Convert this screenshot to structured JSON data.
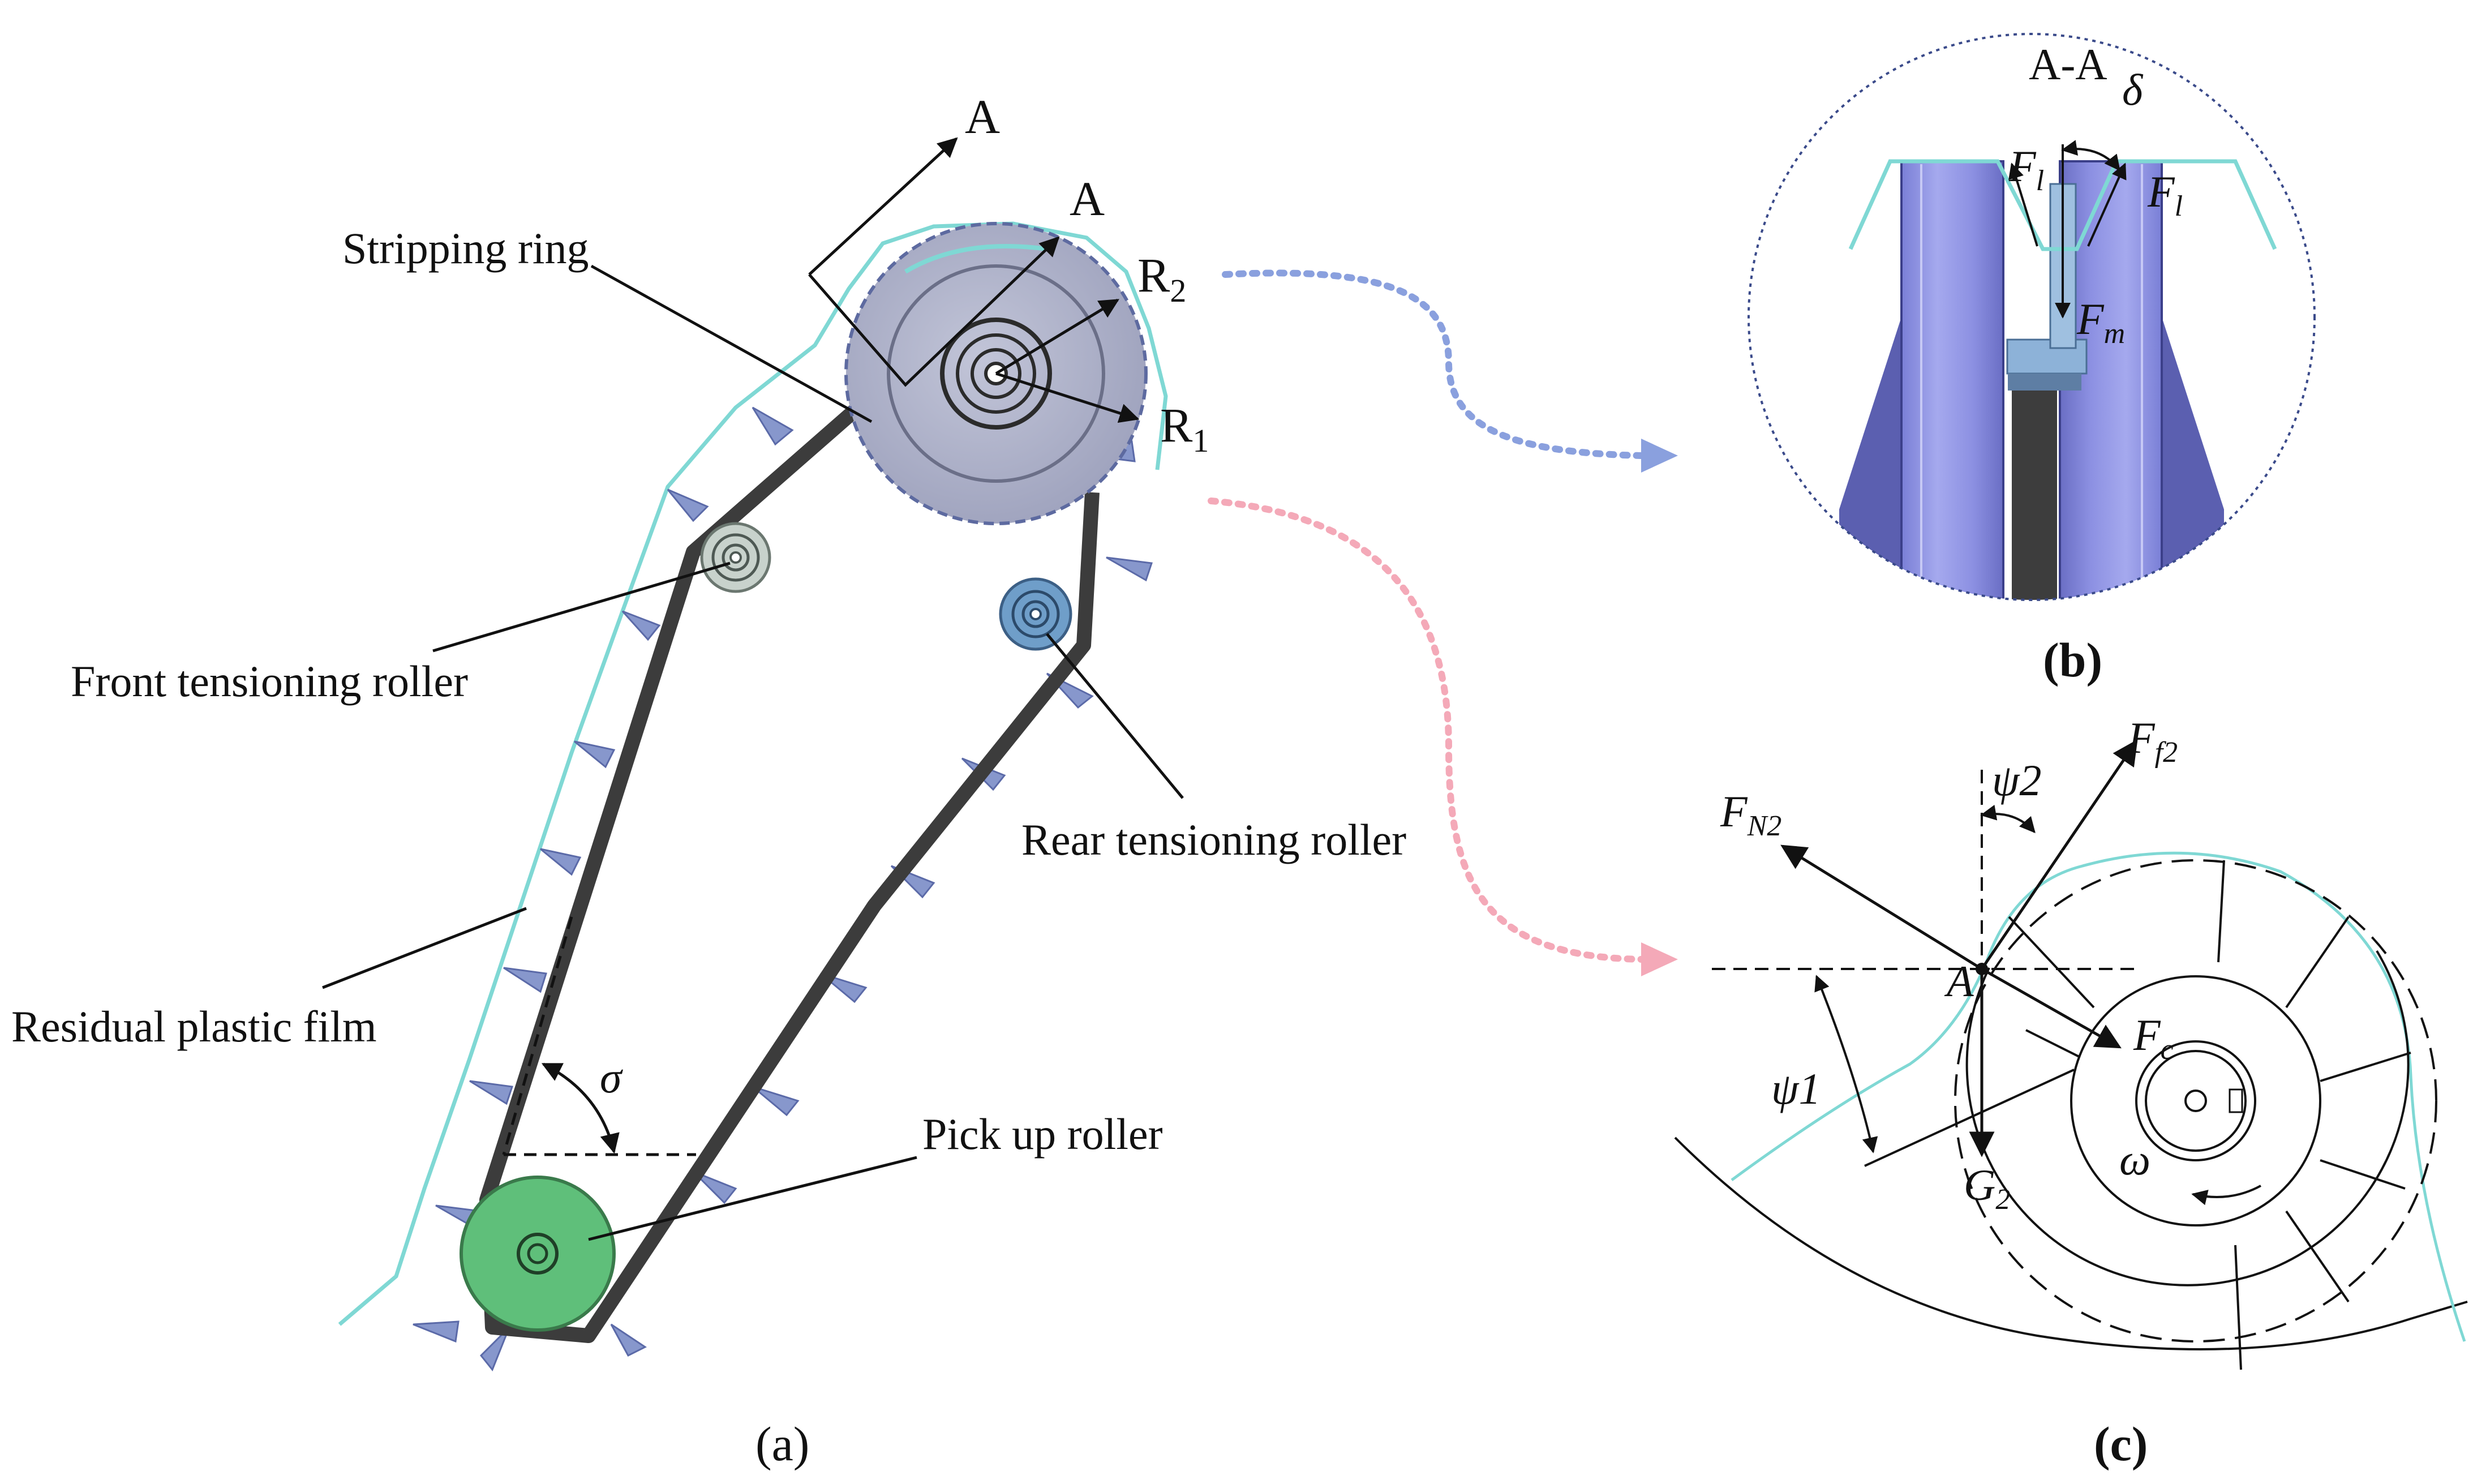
{
  "panel_a": {
    "caption": "(a)",
    "section_mark_top": "A",
    "section_mark_bottom": "A",
    "radius_outer": "R",
    "radius_outer_sub": "2",
    "radius_inner": "R",
    "radius_inner_sub": "1",
    "labels": {
      "stripping_ring": "Stripping ring",
      "front_roller": "Front tensioning roller",
      "rear_roller": "Rear tensioning roller",
      "residual_film": "Residual plastic film",
      "pickup_roller": "Pick up roller"
    },
    "angle_symbol": "σ"
  },
  "panel_b": {
    "caption": "(b)",
    "section_title": "A-A",
    "angle_symbol": "δ",
    "force_left": "F",
    "force_left_sub": "l",
    "force_right": "F",
    "force_right_sub": "l",
    "force_down": "F",
    "force_down_sub": "m"
  },
  "panel_c": {
    "caption": "(c)",
    "point": "A",
    "normal_force": "F",
    "normal_force_sub": "N2",
    "friction_force": "F",
    "friction_force_sub": "f2",
    "centrifugal_force": "F",
    "centrifugal_force_sub": "c",
    "gravity": "G",
    "gravity_sub": "2",
    "angle_psi1": "ψ1",
    "angle_psi2": "ψ2",
    "omega": "ω"
  },
  "colors": {
    "belt": "#3c3c3c",
    "film": "#7fd8d4",
    "stripping_ring": "#a6aac4",
    "pickup_roller": "#5fbf7a",
    "front_roller": "#c8d2cc",
    "rear_roller": "#6f9ec9",
    "spikes": "#8797cc",
    "arrow_blue": "#8aa0de",
    "arrow_pink": "#f4a9b8",
    "guide_blue": "#9aa0e6"
  }
}
